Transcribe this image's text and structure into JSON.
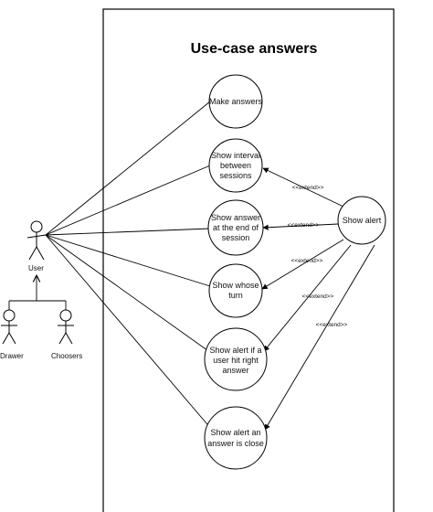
{
  "title": "Use-case answers",
  "actors": {
    "user": "User",
    "drawer": "Drawer",
    "choosers": "Choosers"
  },
  "use_cases": [
    {
      "lines": [
        "Make answers"
      ]
    },
    {
      "lines": [
        "Show interval",
        "between",
        "sessions"
      ]
    },
    {
      "lines": [
        "Show answer",
        "at the end of",
        "session"
      ]
    },
    {
      "lines": [
        "Show whose",
        "turn"
      ]
    },
    {
      "lines": [
        "Show alert if a",
        "user hit right",
        "answer"
      ]
    },
    {
      "lines": [
        "Show alert an",
        "answer is close"
      ]
    }
  ],
  "alert_use_case": "Show alert",
  "extend_labels": [
    "<<extend>>",
    "<<extend>>",
    "<<extend>>",
    "<<extend>>",
    "<<extend>>"
  ]
}
